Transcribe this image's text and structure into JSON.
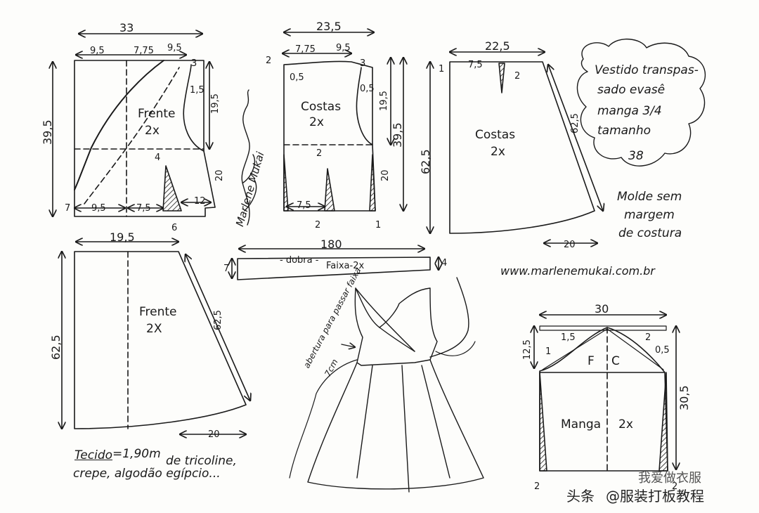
{
  "title_note": {
    "line1": "Vestido transpas-",
    "line2": "sado evasê",
    "line3": "manga 3/4",
    "line4": "tamanho",
    "line5": "38"
  },
  "margin_note": {
    "line1": "Molde sem",
    "line2": "margem",
    "line3": "de costura"
  },
  "website": "www.marlenemukai.com.br",
  "fabric_note": {
    "label": "Tecido",
    "amount": "=1,90m",
    "rest1": "de tricoline,",
    "rest2": "crepe, algodão egípcio..."
  },
  "signature": "Marlene Mukai",
  "watermark": {
    "left": "头条",
    "handle": "@服装打板教程",
    "tag": "我爱做衣服"
  },
  "pieces": {
    "front_bodice": {
      "name": "Frente",
      "qty": "2x",
      "dims": [
        "33",
        "9,5",
        "7,75",
        "9,5",
        "3",
        "1,5",
        "19,5",
        "39,5",
        "4",
        "20",
        "7",
        "9,5",
        "7,5",
        "12",
        "6"
      ]
    },
    "back_bodice": {
      "name": "Costas",
      "qty": "2x",
      "dims": [
        "23,5",
        "2",
        "7,75",
        "9,5",
        "3",
        "0,5",
        "0,5",
        "19,5",
        "39,5",
        "2",
        "20",
        "7,5",
        "2",
        "1"
      ]
    },
    "back_skirt": {
      "name": "Costas",
      "qty": "2x",
      "dims": [
        "22,5",
        "1",
        "7,5",
        "2",
        "62,5",
        "62,5",
        "20"
      ]
    },
    "front_skirt": {
      "name": "Frente",
      "qty": "2X",
      "dims": [
        "19,5",
        "62,5",
        "62,5",
        "20"
      ]
    },
    "sash": {
      "name": "Faixa-2x",
      "fold": "- dobra -",
      "dims": [
        "180",
        "7",
        "4"
      ]
    },
    "sleeve": {
      "name": "Manga",
      "qty": "2x",
      "front": "F",
      "back": "C",
      "dims": [
        "30",
        "1,5",
        "2",
        "1",
        "0,5",
        "12,5",
        "30,5",
        "2",
        "2"
      ]
    },
    "dress_sketch": {
      "opening": "abertura para passar faixa",
      "opening_size": "7cm"
    }
  }
}
